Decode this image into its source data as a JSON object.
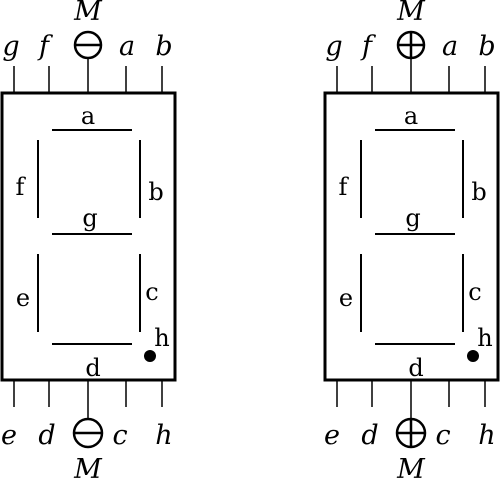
{
  "displays": [
    {
      "polarity": "minus",
      "common_pin_label": "M",
      "top_pins": [
        "g",
        "f",
        "a",
        "b"
      ],
      "bottom_pins": [
        "e",
        "d",
        "c",
        "h"
      ],
      "segment_labels": {
        "a": "a",
        "b": "b",
        "c": "c",
        "d": "d",
        "e": "e",
        "f": "f",
        "g": "g",
        "h": "h"
      }
    },
    {
      "polarity": "plus",
      "common_pin_label": "M",
      "top_pins": [
        "g",
        "f",
        "a",
        "b"
      ],
      "bottom_pins": [
        "e",
        "d",
        "c",
        "h"
      ],
      "segment_labels": {
        "a": "a",
        "b": "b",
        "c": "c",
        "d": "d",
        "e": "e",
        "f": "f",
        "g": "g",
        "h": "h"
      }
    }
  ]
}
